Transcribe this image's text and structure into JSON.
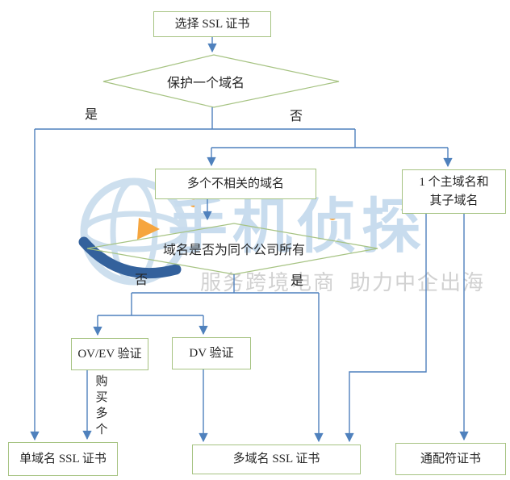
{
  "flowchart": {
    "nodes": {
      "start": {
        "label": "选择 SSL 证书"
      },
      "decision_protect_one": {
        "label": "保护一个域名"
      },
      "multi_unrelated": {
        "label": "多个不相关的域名"
      },
      "primary_and_sub": {
        "label": "1 个主域名和\n其子域名"
      },
      "decision_same_company": {
        "label": "域名是否为同个公司所有"
      },
      "ovev_validation": {
        "label": "OV/EV 验证"
      },
      "dv_validation": {
        "label": "DV 验证"
      },
      "single_domain_ssl": {
        "label": "单域名 SSL 证书"
      },
      "multi_domain_ssl": {
        "label": "多域名 SSL 证书"
      },
      "wildcard_cert": {
        "label": "通配符证书"
      }
    },
    "edge_labels": {
      "protect_one_yes": "是",
      "protect_one_no": "否",
      "same_company_no": "否",
      "same_company_yes": "是",
      "buy_multiple": "购买多个"
    },
    "colors": {
      "node_border": "#a6c382",
      "connector_blue": "#4f81bd",
      "text": "#262626"
    }
  },
  "watermark": {
    "brand": "手机侦探",
    "tagline": "服务跨境电商  助力中企出海",
    "colors": {
      "light_blue": "#c8dcee",
      "gray": "#c9c9c9",
      "orange": "#f6a53e",
      "dark_blue": "#33619c"
    }
  }
}
